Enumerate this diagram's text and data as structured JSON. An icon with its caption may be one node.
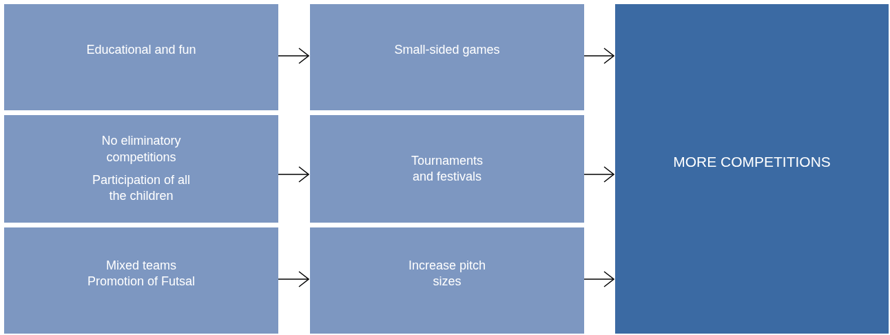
{
  "diagram": {
    "nodes": [
      {
        "text": [
          "Educational and fun"
        ]
      },
      {
        "text": [
          "No eliminatory competitions",
          "Participation of all the children"
        ]
      },
      {
        "text": [
          "Mixed teams",
          "Promotion of Futsal"
        ]
      },
      {
        "text": [
          "Small-sided games"
        ]
      },
      {
        "text": [
          "Tournaments and festivals"
        ]
      },
      {
        "text": [
          "Increase pitch sizes"
        ]
      },
      {
        "text": [
          "MORE COMPETITIONS"
        ]
      }
    ],
    "edges": [
      {
        "from": 0,
        "to": 3,
        "arrow": "to"
      },
      {
        "from": 1,
        "to": 4,
        "arrow": "to"
      },
      {
        "from": 2,
        "to": 5,
        "arrow": "to"
      },
      {
        "from": 3,
        "to": 6,
        "arrow": "to"
      },
      {
        "from": 4,
        "to": 6,
        "arrow": "to"
      },
      {
        "from": 5,
        "to": 6,
        "arrow": "to"
      }
    ]
  }
}
